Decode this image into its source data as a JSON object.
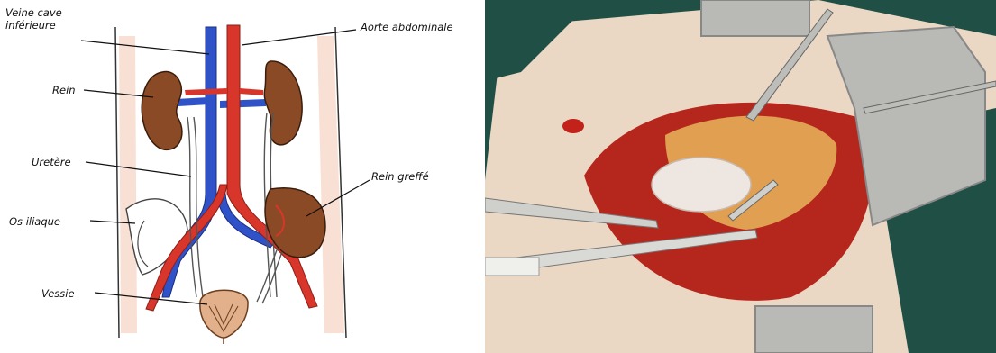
{
  "diagram": {
    "labels": {
      "vena_cava": [
        "Veine cave",
        "inférieure"
      ],
      "aorta": "Aorte abdominale",
      "kidney": "Rein",
      "ureter": "Uretère",
      "transplanted_kidney": "Rein greffé",
      "iliac_bone": "Os iliaque",
      "bladder": "Vessie"
    },
    "colors": {
      "artery": "#d8362b",
      "vein": "#2f52c8",
      "kidney": "#8b4a26",
      "skin": "#f5d3c2",
      "bladder": "#e2b08a"
    }
  },
  "photo": {
    "subject": "surgical-field-kidney-transplant",
    "colors": {
      "drape": "#1f4f45",
      "tissue": "#b5261d",
      "fat": "#e7b55a",
      "skin": "#ead7c4",
      "retractor": "#b9b9b6"
    }
  }
}
